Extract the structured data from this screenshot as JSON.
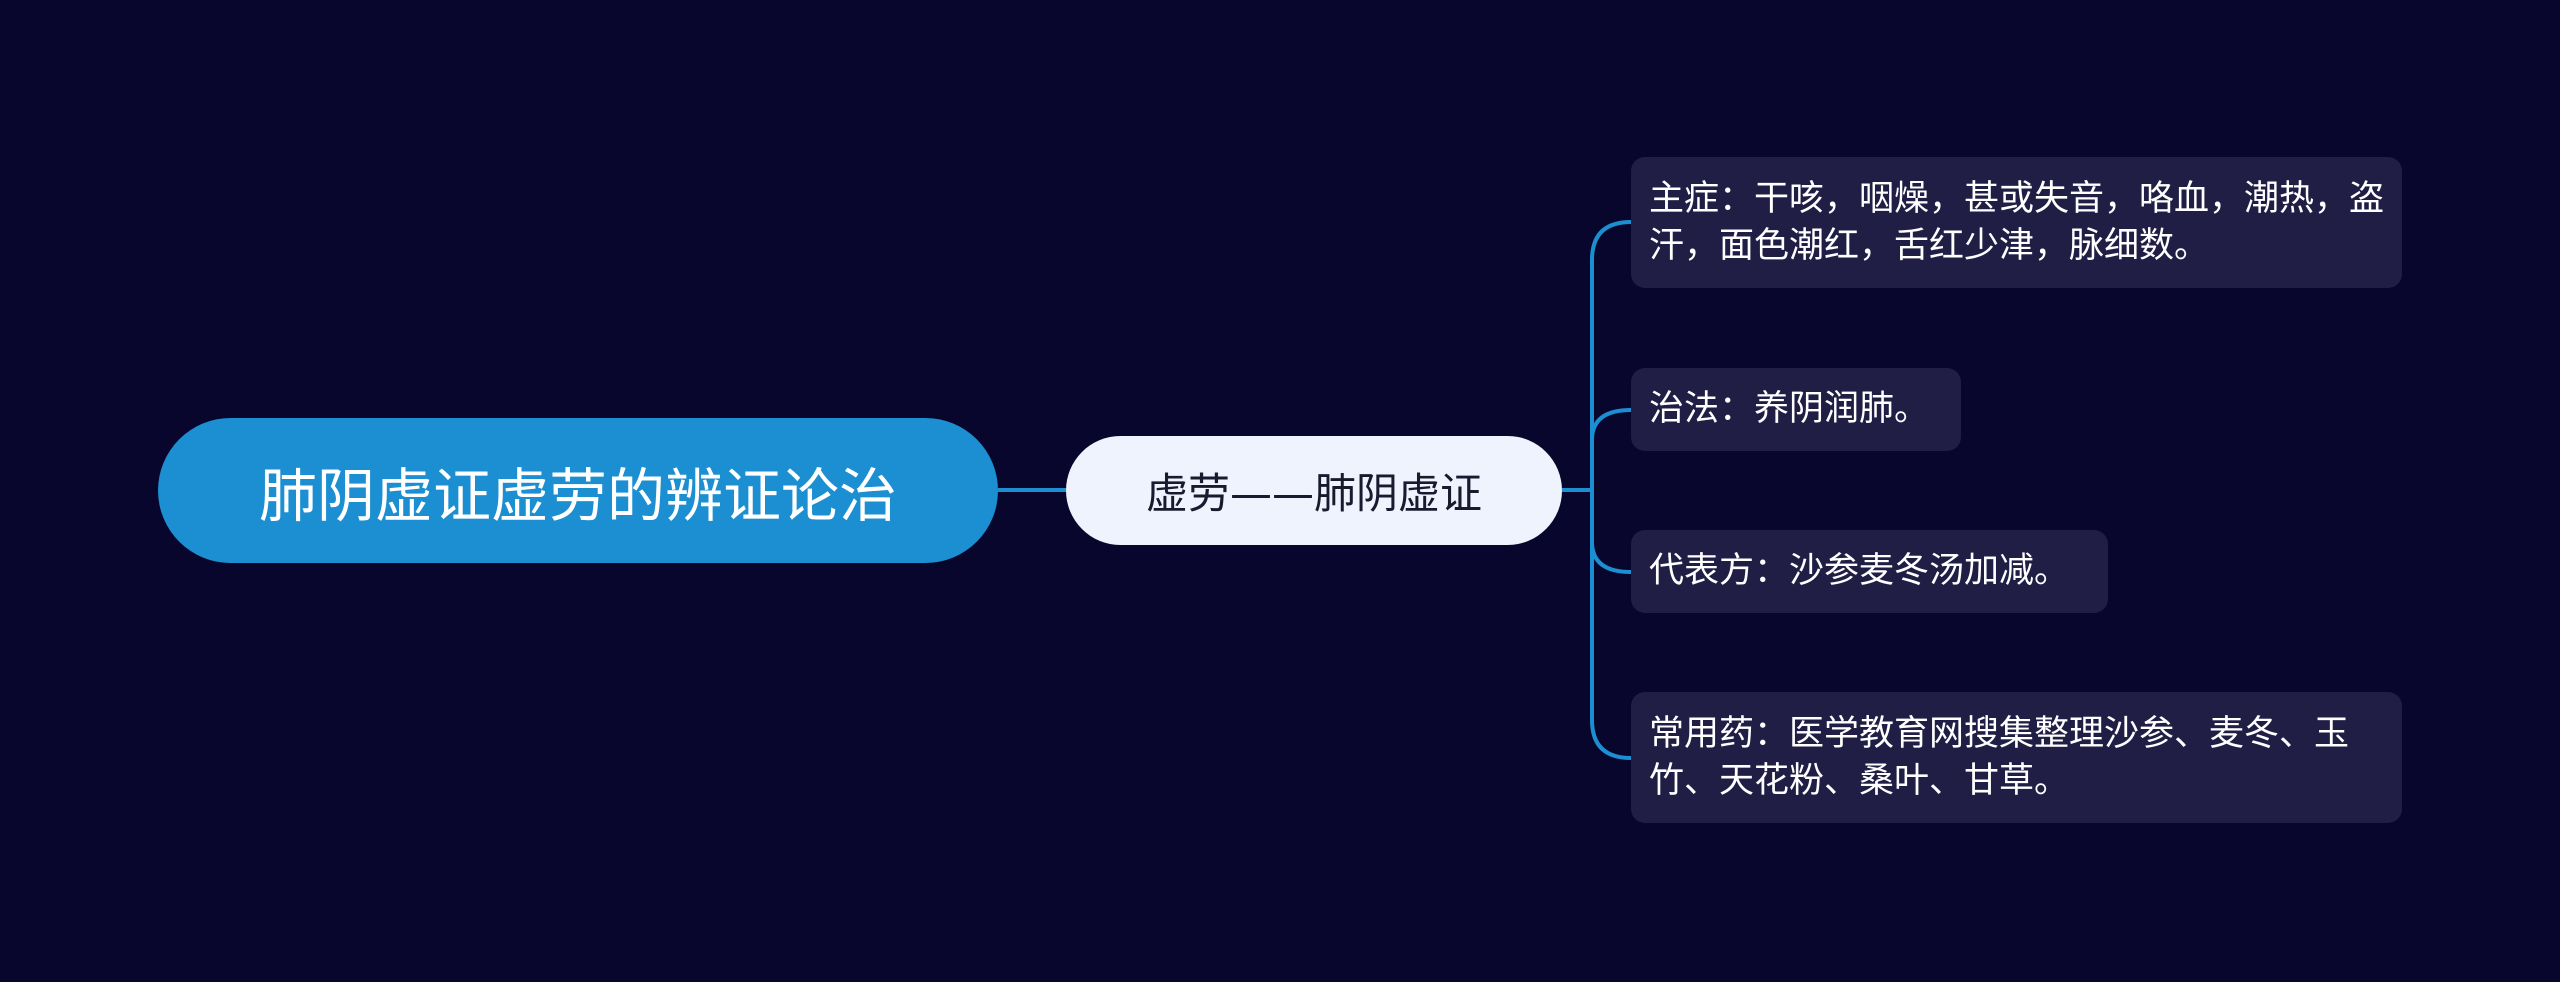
{
  "colors": {
    "background": "#08062c",
    "root_fill": "#1b8fd1",
    "mid_fill": "#eef3fd",
    "leaf_fill": "#201e45",
    "connector": "#1b8fd1"
  },
  "mindmap": {
    "root": {
      "label": "肺阴虚证虚劳的辨证论治"
    },
    "branch": {
      "label": "虚劳——肺阴虚证"
    },
    "leaves": [
      {
        "label": "主症：干咳，咽燥，甚或失音，咯血，潮热，盗汗，面色潮红，舌红少津，脉细数。"
      },
      {
        "label": "治法：养阴润肺。"
      },
      {
        "label": "代表方：沙参麦冬汤加减。"
      },
      {
        "label": "常用药：医学教育网搜集整理沙参、麦冬、玉竹、天花粉、桑叶、甘草。"
      }
    ]
  }
}
